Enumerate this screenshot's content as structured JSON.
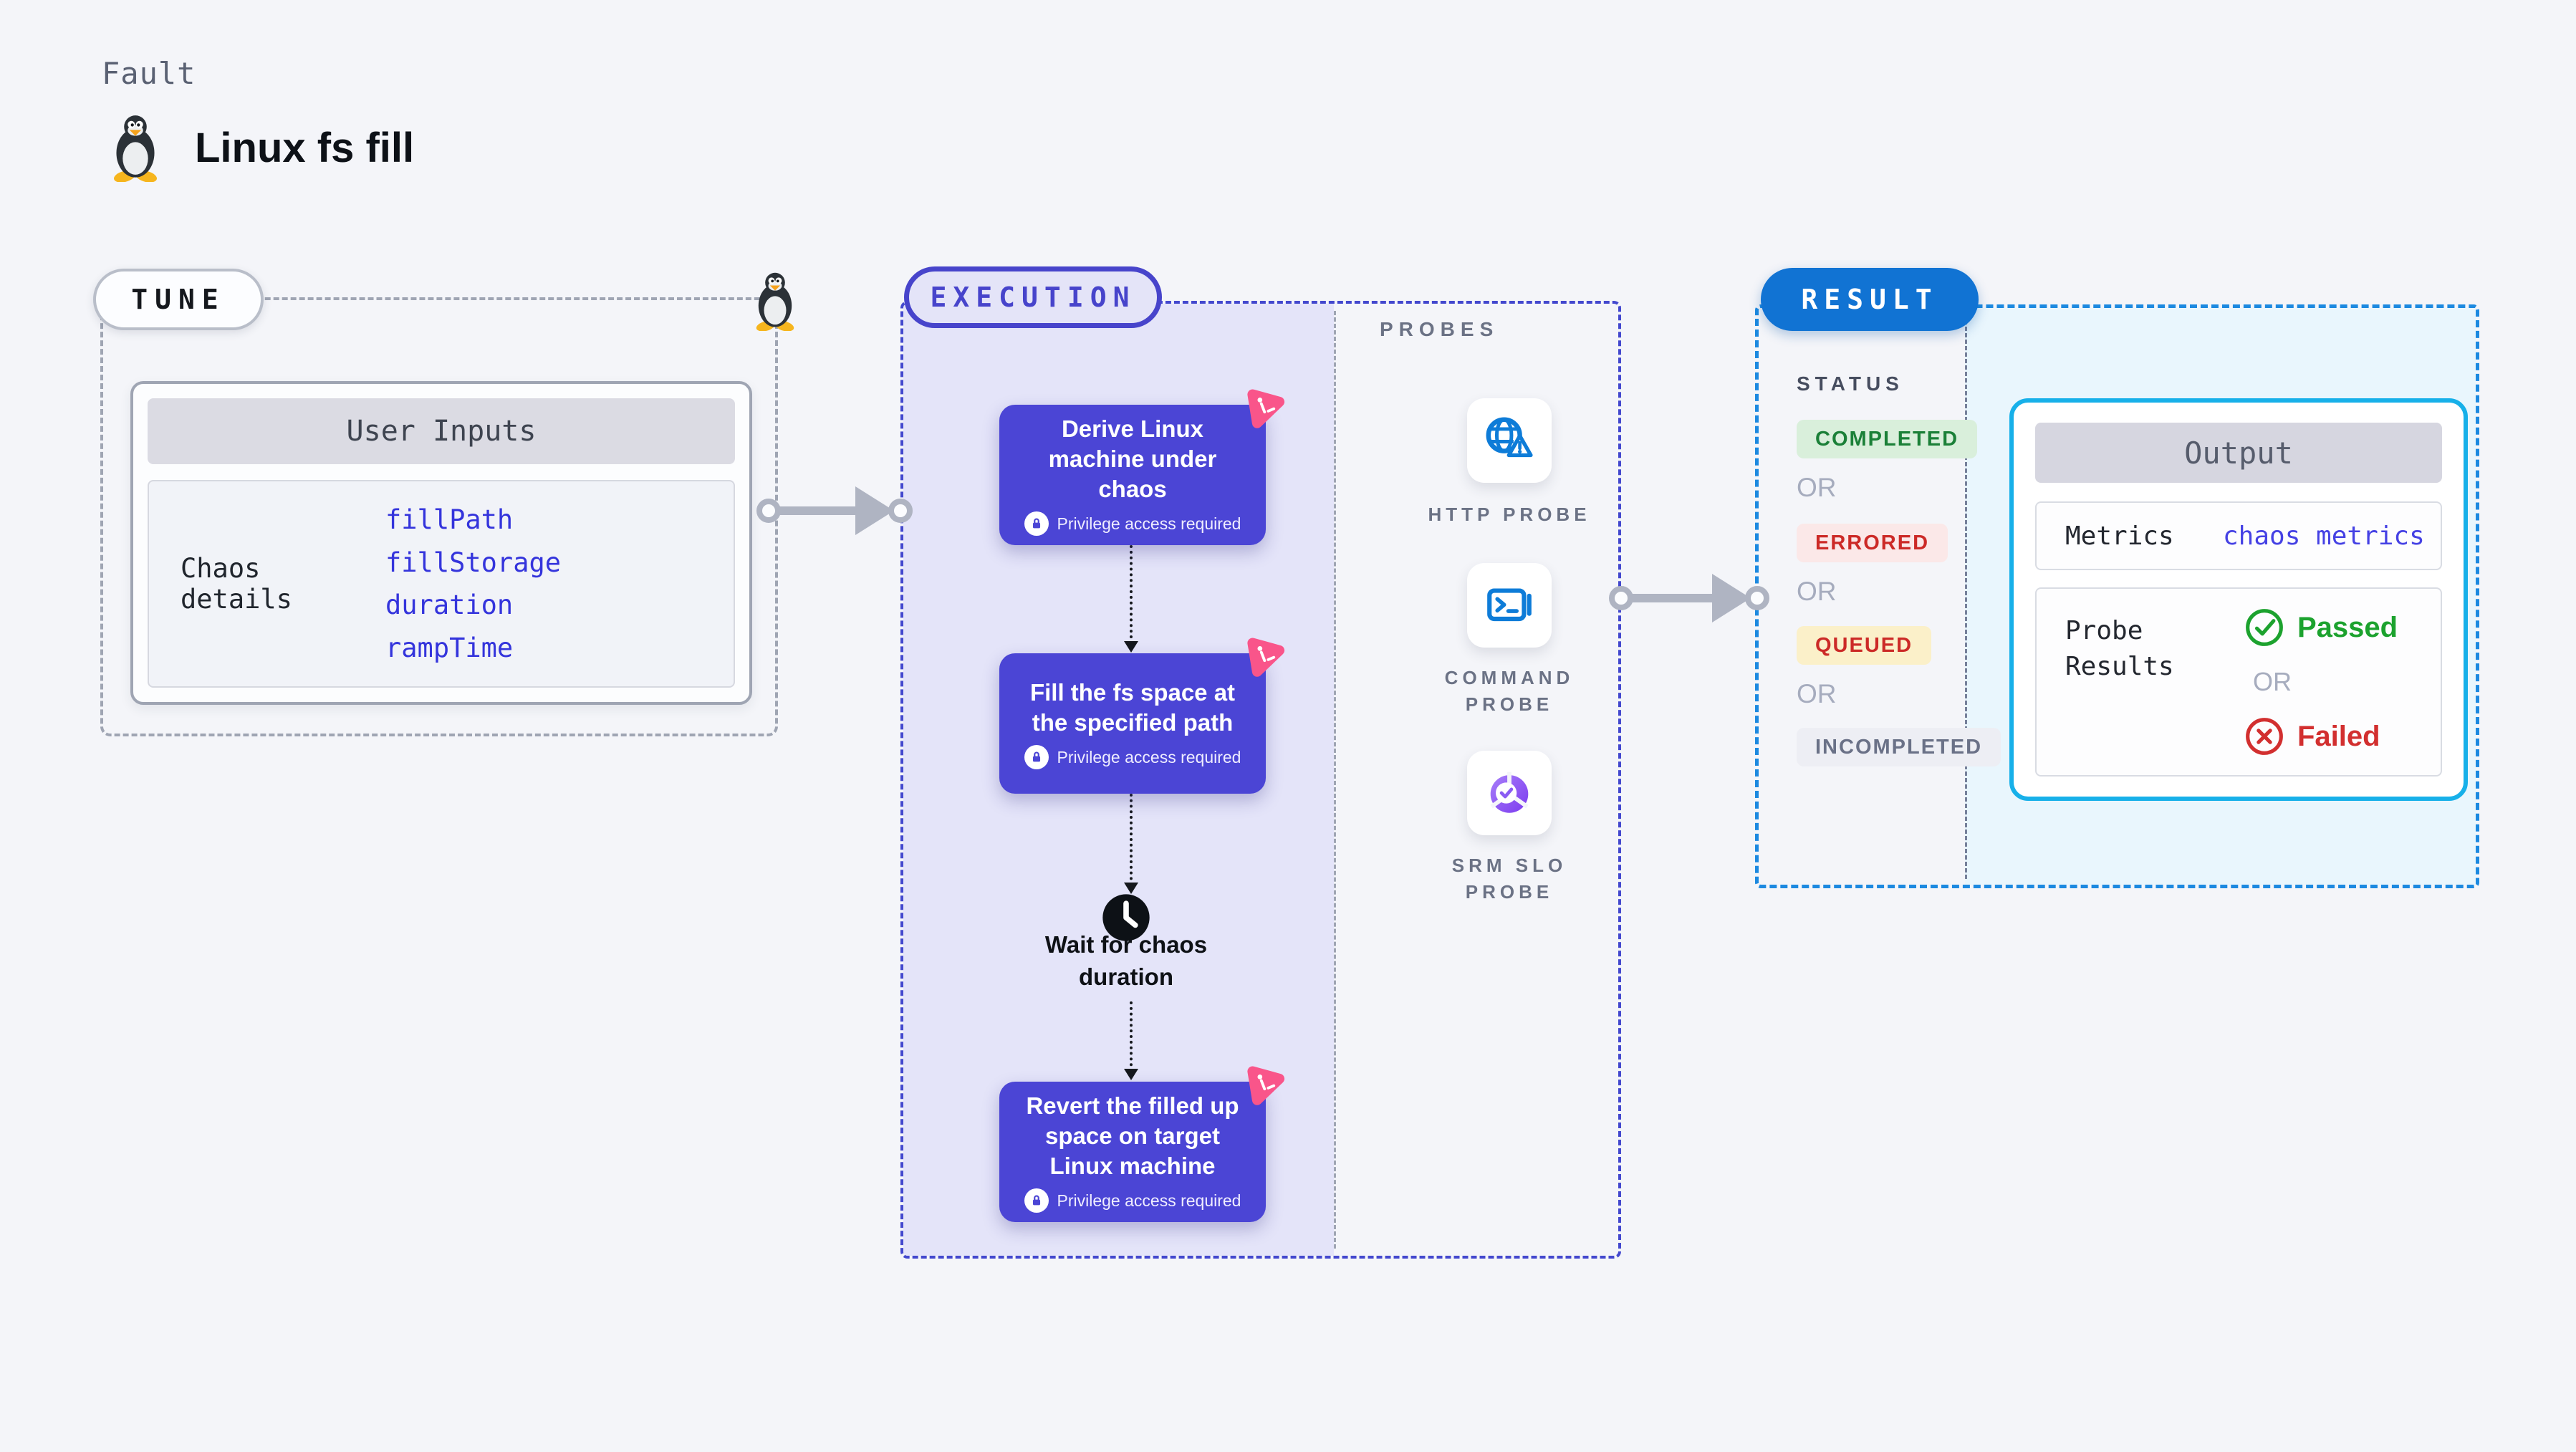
{
  "header": {
    "category": "Fault",
    "title": "Linux fs fill"
  },
  "tune": {
    "pill": "TUNE",
    "card_title": "User Inputs",
    "row_label": "Chaos details",
    "inputs": [
      {
        "label": "fillPath"
      },
      {
        "label": "fillStorage"
      },
      {
        "label": "duration"
      },
      {
        "label": "rampTime"
      }
    ]
  },
  "execution": {
    "pill": "EXECUTION",
    "steps": [
      {
        "title": "Derive Linux machine under chaos",
        "badge": "Privilege access required"
      },
      {
        "title": "Fill the fs space at the specified path",
        "badge": "Privilege access required"
      },
      {
        "title": "Revert the filled up space on target Linux machine",
        "badge": "Privilege access required"
      }
    ],
    "wait_label": "Wait for chaos duration"
  },
  "probes": {
    "heading": "PROBES",
    "items": [
      {
        "label": "HTTP PROBE",
        "icon": "globe-alert-icon"
      },
      {
        "label": "COMMAND PROBE",
        "icon": "terminal-icon"
      },
      {
        "label": "SRM SLO PROBE",
        "icon": "slo-gauge-icon"
      }
    ]
  },
  "result": {
    "pill": "RESULT",
    "status_heading": "STATUS",
    "or_label": "OR",
    "statuses": [
      {
        "label": "COMPLETED",
        "fg": "#1B8038",
        "bg": "#D9EFDB"
      },
      {
        "label": "ERRORED",
        "fg": "#CC2A27",
        "bg": "#FBE8E8"
      },
      {
        "label": "QUEUED",
        "fg": "#CC2A27",
        "bg": "#FBF0C9"
      },
      {
        "label": "INCOMPLETED",
        "fg": "#6A7187",
        "bg": "#EDEEF4"
      }
    ],
    "output": {
      "title": "Output",
      "metrics_label": "Metrics",
      "metrics_link": "chaos metrics",
      "probe_results_label": "Probe Results",
      "passed_label": "Passed",
      "or_label": "OR",
      "failed_label": "Failed"
    }
  },
  "colors": {
    "page_bg": "#F4F5F9",
    "indigo_accent": "#4744CB",
    "lavender_bg": "#E4E4F9",
    "step_card_bg": "#4B45D5",
    "pink_badge": "#F9558A",
    "link_blue": "#3434DC",
    "probe_icon_blue": "#0E7CD8",
    "srm_purple": "#8A5CF3",
    "result_pill_blue": "#1173D3",
    "result_border_blue": "#1C89E0",
    "output_border_cyan": "#17B0E9",
    "output_area_bg": "#E9F6FD",
    "passed_green": "#1CA22E",
    "failed_red": "#D22F2F",
    "arrow_gray": "#AFB4C2"
  }
}
